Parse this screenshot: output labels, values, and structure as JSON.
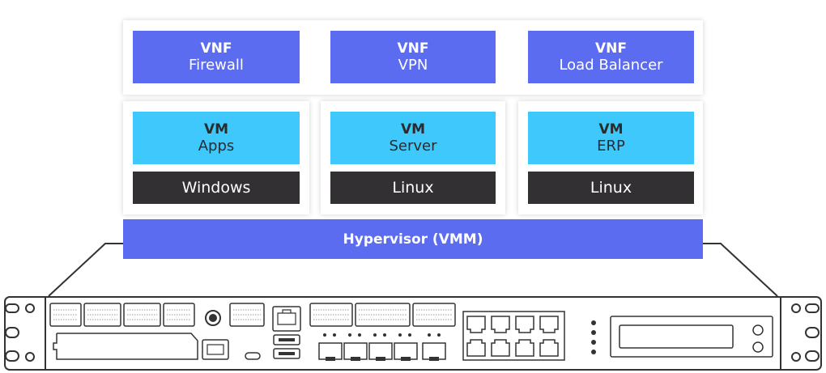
{
  "vnf_row": [
    {
      "title": "VNF",
      "subtitle": "Firewall"
    },
    {
      "title": "VNF",
      "subtitle": "VPN"
    },
    {
      "title": "VNF",
      "subtitle": "Load Balancer"
    }
  ],
  "vm_row": [
    {
      "title": "VM",
      "subtitle": "Apps",
      "os": "Windows"
    },
    {
      "title": "VM",
      "subtitle": "Server",
      "os": "Linux"
    },
    {
      "title": "VM",
      "subtitle": "ERP",
      "os": "Linux"
    }
  ],
  "hypervisor": {
    "label": "Hypervisor (VMM)"
  },
  "colors": {
    "vnf": "#5b6cf0",
    "vm": "#3ec8fb",
    "os": "#333033",
    "hypervisor": "#5b6cf0",
    "outline": "#333333"
  },
  "hardware": {
    "icon": "network-appliance-icon"
  }
}
